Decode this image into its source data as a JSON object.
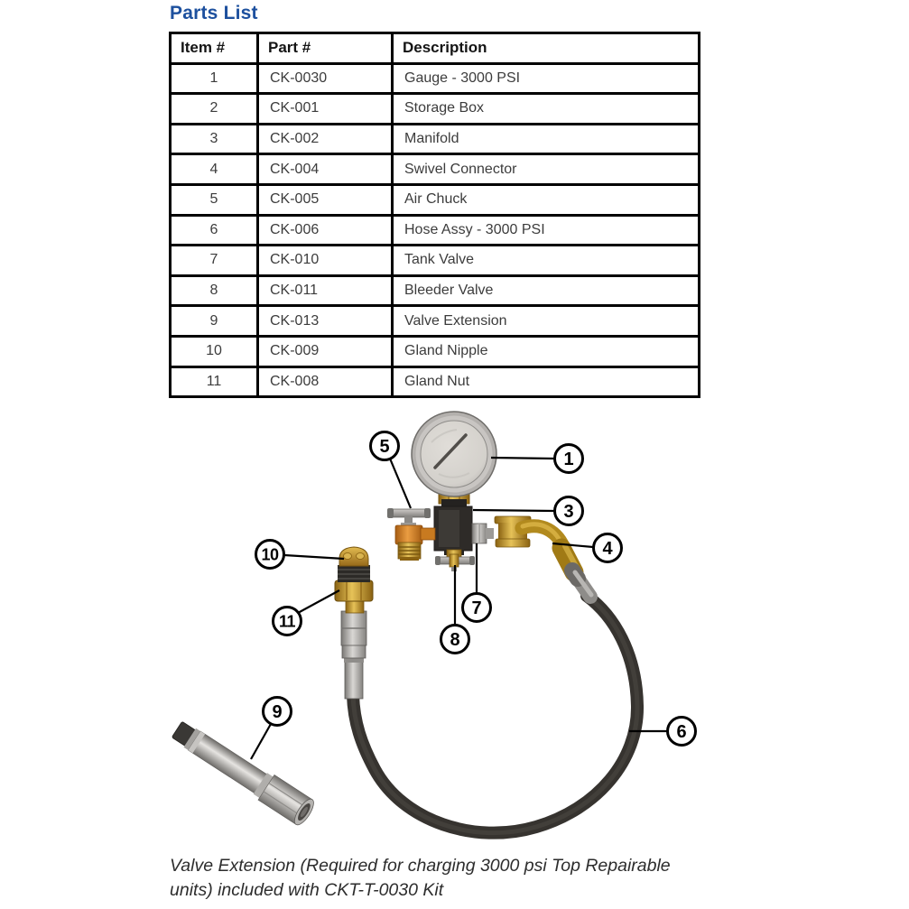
{
  "page": {
    "title": "Parts List"
  },
  "colors": {
    "title_blue": "#1d509e",
    "table_border": "#000000",
    "body_text": "#3c3c3c",
    "brass": "#c9a53a",
    "orange": "#d07f28",
    "steel_gray": "#a9a7a4",
    "hose_black": "#36332f",
    "gauge_face": "#d9d6d1",
    "callout_stroke": "#000000"
  },
  "table": {
    "headers": {
      "item": "Item #",
      "part": "Part #",
      "description": "Description"
    },
    "rows": [
      {
        "item": "1",
        "part": "CK-0030",
        "description": "Gauge - 3000 PSI"
      },
      {
        "item": "2",
        "part": "CK-001",
        "description": "Storage Box"
      },
      {
        "item": "3",
        "part": "CK-002",
        "description": "Manifold"
      },
      {
        "item": "4",
        "part": "CK-004",
        "description": "Swivel Connector"
      },
      {
        "item": "5",
        "part": "CK-005",
        "description": "Air Chuck"
      },
      {
        "item": "6",
        "part": "CK-006",
        "description": "Hose Assy - 3000 PSI"
      },
      {
        "item": "7",
        "part": "CK-010",
        "description": "Tank Valve"
      },
      {
        "item": "8",
        "part": "CK-011",
        "description": "Bleeder Valve"
      },
      {
        "item": "9",
        "part": "CK-013",
        "description": "Valve Extension"
      },
      {
        "item": "10",
        "part": "CK-009",
        "description": "Gland Nipple"
      },
      {
        "item": "11",
        "part": "CK-008",
        "description": "Gland Nut"
      }
    ]
  },
  "diagram": {
    "callouts": [
      {
        "number": "1",
        "points_to": "Gauge - 3000 PSI"
      },
      {
        "number": "3",
        "points_to": "Manifold"
      },
      {
        "number": "4",
        "points_to": "Swivel Connector"
      },
      {
        "number": "5",
        "points_to": "Air Chuck"
      },
      {
        "number": "6",
        "points_to": "Hose Assy - 3000 PSI"
      },
      {
        "number": "7",
        "points_to": "Tank Valve"
      },
      {
        "number": "8",
        "points_to": "Bleeder Valve"
      },
      {
        "number": "9",
        "points_to": "Valve Extension"
      },
      {
        "number": "10",
        "points_to": "Gland Nipple"
      },
      {
        "number": "11",
        "points_to": "Gland Nut"
      }
    ]
  },
  "caption": {
    "lines": [
      "Valve Extension (Required for charging 3000 psi Top Repairable",
      "units) included with CKT-T-0030 Kit"
    ]
  }
}
